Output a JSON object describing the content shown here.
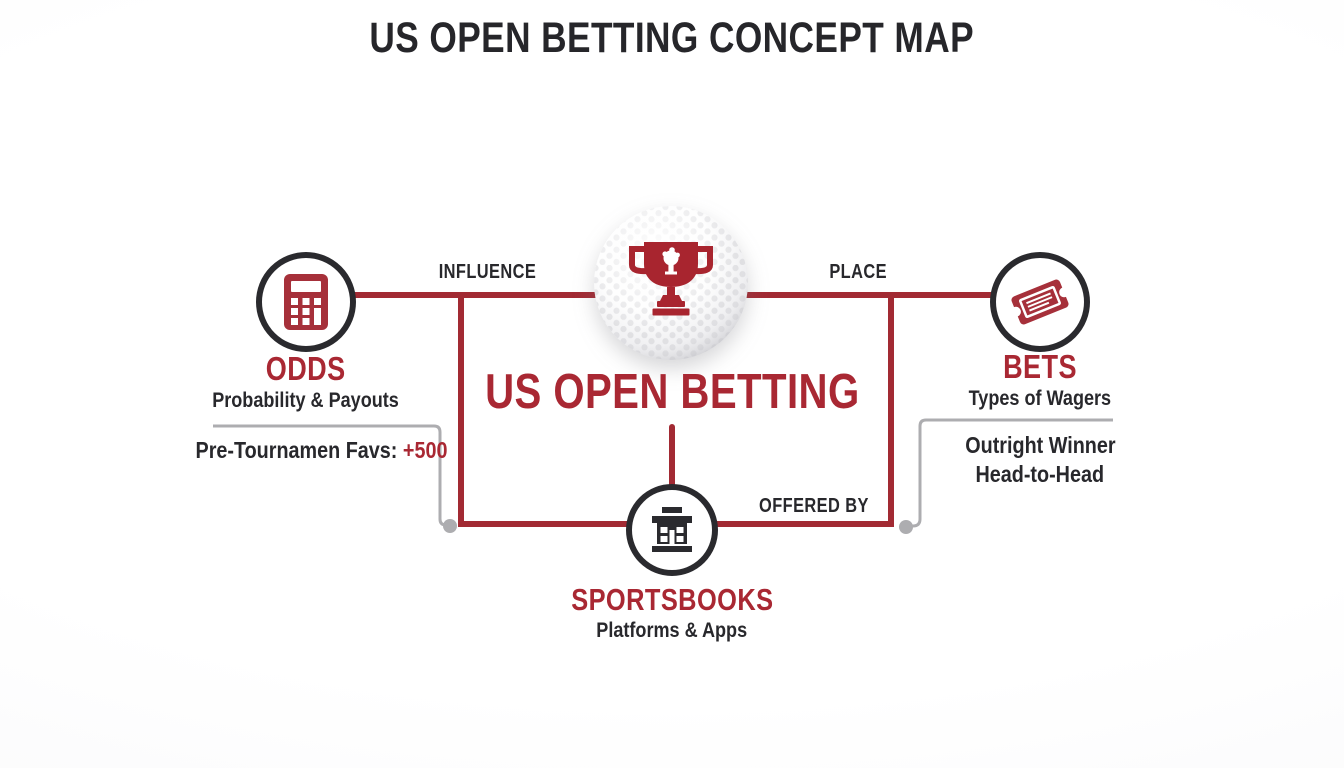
{
  "title": "US OPEN BETTING CONCEPT MAP",
  "colors": {
    "accent_red": "#a92833",
    "ink_dark": "#28282c",
    "connector_gray": "#adadb0",
    "background": "#fcfcfd"
  },
  "center": {
    "label": "US OPEN BETTING",
    "icon": "golf-ball-with-trophy"
  },
  "edges": {
    "influence_label": "INFLUENCE",
    "place_label": "PLACE",
    "offered_by_label": "OFFERED BY"
  },
  "nodes": {
    "odds": {
      "label": "ODDS",
      "sublabel": "Probability & Payouts",
      "icon": "calculator",
      "note_prefix": "Pre-Tournamen Favs:",
      "note_value": "+500"
    },
    "bets": {
      "label": "BETS",
      "sublabel": "Types of Wagers",
      "icon": "ticket",
      "note_lines": [
        "Outright Winner",
        "Head-to-Head"
      ]
    },
    "sportsbooks": {
      "label": "SPORTSBOOKS",
      "sublabel": "Platforms & Apps",
      "icon": "storefront-building"
    }
  }
}
